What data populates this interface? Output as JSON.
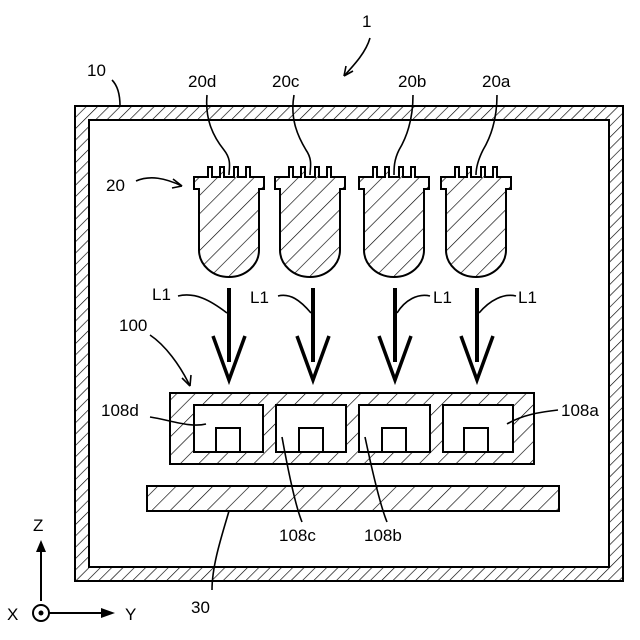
{
  "labels": {
    "device": "1",
    "chamber": "10",
    "lamp_group": "20",
    "lamp_a": "20a",
    "lamp_b": "20b",
    "lamp_c": "20c",
    "lamp_d": "20d",
    "light_a": "L1",
    "light_b": "L1",
    "light_c": "L1",
    "light_d": "L1",
    "substrate": "100",
    "chip_a": "108a",
    "chip_b": "108b",
    "chip_c": "108c",
    "chip_d": "108d",
    "stage": "30",
    "axis_z": "Z",
    "axis_y": "Y",
    "axis_x": "X"
  }
}
